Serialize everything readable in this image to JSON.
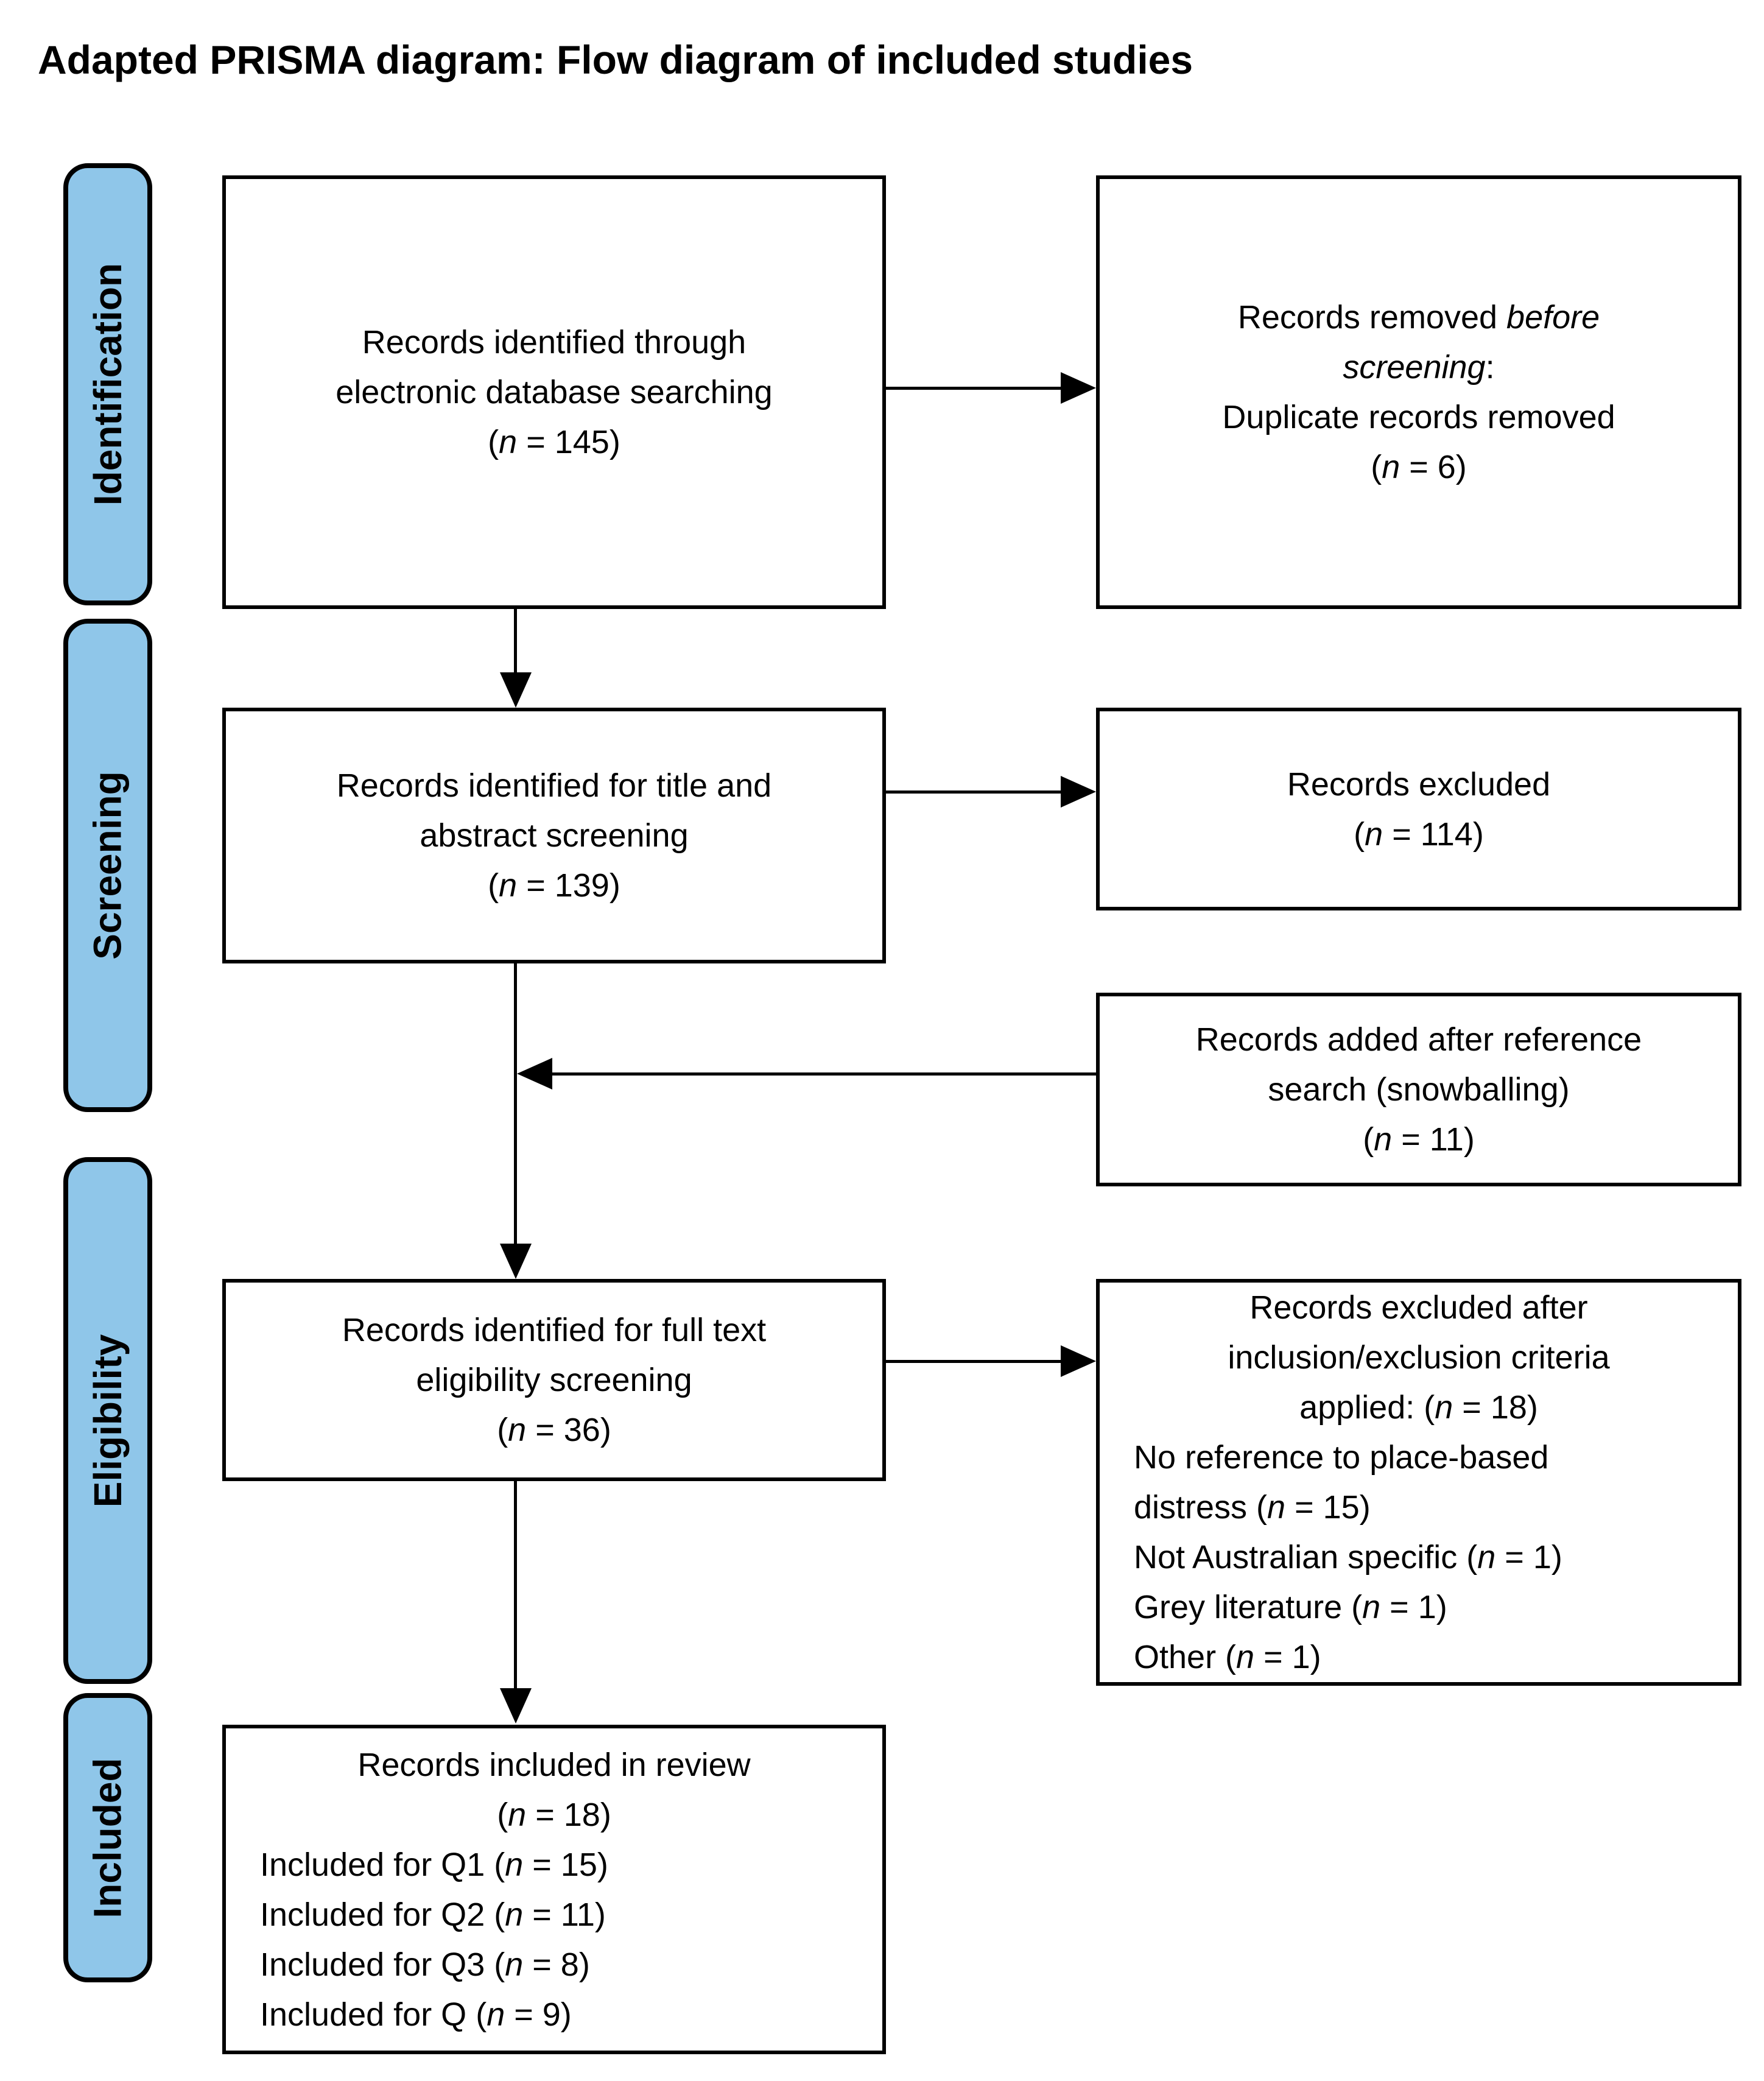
{
  "title": "Adapted PRISMA diagram: Flow diagram of included studies",
  "colors": {
    "stage_fill": "#8FC6E9",
    "border": "#000000",
    "background": "#FFFFFF",
    "text": "#000000"
  },
  "stages": [
    {
      "label": "Identification"
    },
    {
      "label": "Screening"
    },
    {
      "label": "Eligibility"
    },
    {
      "label": "Included"
    }
  ],
  "boxes": {
    "identified": {
      "lines": [
        [
          {
            "t": "Records identified through"
          }
        ],
        [
          {
            "t": "electronic database searching"
          }
        ],
        [
          {
            "t": "("
          },
          {
            "t": "n",
            "i": true
          },
          {
            "t": " = 145)"
          }
        ]
      ]
    },
    "removed": {
      "lines": [
        [
          {
            "t": "Records removed "
          },
          {
            "t": "before",
            "i": true
          }
        ],
        [
          {
            "t": "screening",
            "i": true
          },
          {
            "t": ":"
          }
        ],
        [
          {
            "t": "Duplicate records removed"
          }
        ],
        [
          {
            "t": "("
          },
          {
            "t": "n",
            "i": true
          },
          {
            "t": " = 6)"
          }
        ]
      ]
    },
    "title_abstract": {
      "lines": [
        [
          {
            "t": "Records identified for title and"
          }
        ],
        [
          {
            "t": "abstract screening"
          }
        ],
        [
          {
            "t": "("
          },
          {
            "t": "n",
            "i": true
          },
          {
            "t": " = 139)"
          }
        ]
      ]
    },
    "excluded": {
      "lines": [
        [
          {
            "t": "Records excluded"
          }
        ],
        [
          {
            "t": "("
          },
          {
            "t": "n",
            "i": true
          },
          {
            "t": " = 114)"
          }
        ]
      ]
    },
    "snowballing": {
      "lines": [
        [
          {
            "t": "Records added after reference"
          }
        ],
        [
          {
            "t": "search (snowballing)"
          }
        ],
        [
          {
            "t": "("
          },
          {
            "t": "n",
            "i": true
          },
          {
            "t": " = 11)"
          }
        ]
      ]
    },
    "full_text": {
      "lines": [
        [
          {
            "t": "Records identified for full text"
          }
        ],
        [
          {
            "t": "eligibility screening"
          }
        ],
        [
          {
            "t": "("
          },
          {
            "t": "n",
            "i": true
          },
          {
            "t": " = 36)"
          }
        ]
      ]
    },
    "excluded_criteria": {
      "lines": [
        [
          {
            "t": "Records excluded after"
          }
        ],
        [
          {
            "t": "inclusion/exclusion criteria"
          }
        ],
        [
          {
            "t": "applied: ("
          },
          {
            "t": "n",
            "i": true
          },
          {
            "t": " = 18)"
          }
        ],
        [
          {
            "t": "No reference to place-based"
          }
        ],
        [
          {
            "t": "distress ("
          },
          {
            "t": "n",
            "i": true
          },
          {
            "t": " = 15)"
          }
        ],
        [
          {
            "t": "Not Australian specific ("
          },
          {
            "t": "n",
            "i": true
          },
          {
            "t": " = 1)"
          }
        ],
        [
          {
            "t": "Grey literature ("
          },
          {
            "t": "n",
            "i": true
          },
          {
            "t": " = 1)"
          }
        ],
        [
          {
            "t": "Other ("
          },
          {
            "t": "n",
            "i": true
          },
          {
            "t": " = 1)"
          }
        ]
      ]
    },
    "included_review": {
      "lines": [
        [
          {
            "t": "Records included in review"
          }
        ],
        [
          {
            "t": "("
          },
          {
            "t": "n",
            "i": true
          },
          {
            "t": " = 18)"
          }
        ],
        [
          {
            "t": "Included for Q1 ("
          },
          {
            "t": "n",
            "i": true
          },
          {
            "t": " = 15)"
          }
        ],
        [
          {
            "t": "Included for Q2 ("
          },
          {
            "t": "n",
            "i": true
          },
          {
            "t": " = 11)"
          }
        ],
        [
          {
            "t": "Included for Q3 ("
          },
          {
            "t": "n",
            "i": true
          },
          {
            "t": " = 8)"
          }
        ],
        [
          {
            "t": "Included for Q ("
          },
          {
            "t": "n",
            "i": true
          },
          {
            "t": " = 9)"
          }
        ]
      ]
    }
  }
}
